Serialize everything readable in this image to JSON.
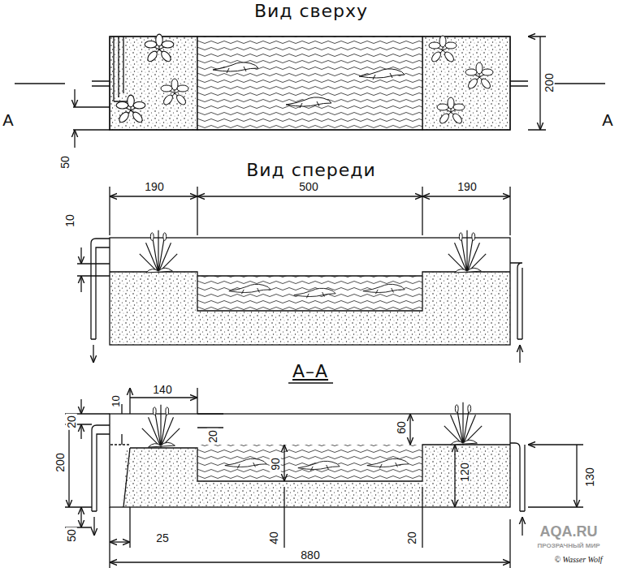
{
  "diagram": {
    "labels": [
      "Вид сверху",
      "A",
      "A",
      "200",
      "50",
      "Вид спереди",
      "190",
      "500",
      "190",
      "10",
      "А–А",
      "20",
      "140",
      "10",
      "20",
      "60",
      "200",
      "90",
      "120",
      "130",
      "50",
      "25",
      "40",
      "20",
      "880",
      "AQA.RU",
      "ПРОЗРАЧНЫЙ МИР",
      "© Wasser Wolf"
    ]
  }
}
